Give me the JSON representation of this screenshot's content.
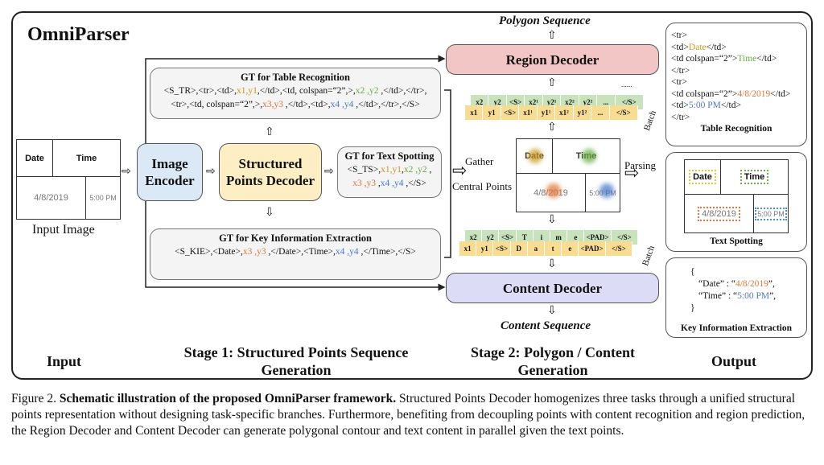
{
  "title": "OmniParser",
  "input": {
    "table": {
      "date": "Date",
      "time": "Time",
      "date_value": "4/8/2019",
      "time_value": "5:00 PM"
    },
    "label": "Input Image"
  },
  "image_encoder": "Image Encoder",
  "structured_points_decoder": "Structured Points Decoder",
  "gt_table": {
    "heading": "GT for Table Recognition",
    "line1": [
      "<S_TR>,<tr>,<td>,",
      "x1,y1",
      ",</td>,<td, colspan=“2”,>,",
      "x2 ,y2",
      " ,</td>,</tr>,"
    ],
    "line2": [
      "<tr>,<td, colspan=“2”,>,",
      "x3,y3",
      " ,</td>,<td>,",
      "x4 ,y4",
      " ,</td>,</tr>,</S>"
    ]
  },
  "gt_text_spotting": {
    "heading": "GT for Text Spotting",
    "line1": [
      "<S_TS>,",
      "x1,y1",
      ",",
      "x2 ,y2",
      " ,"
    ],
    "line2": [
      "x3 ,y3",
      " ,",
      "x4 ,y4",
      " ,</S>"
    ]
  },
  "gt_kie": {
    "heading": "GT for Key Information Extraction",
    "line1": [
      "<S_KIE>,<Date>,",
      "x3 ,y3",
      " ,</Date>,<Time>,",
      "x4 ,y4",
      " ,</Time>,</S>"
    ]
  },
  "polygon_sequence": "Polygon Sequence",
  "region_decoder": "Region Decoder",
  "region_seq_green": [
    "x2",
    "y2",
    "<S>",
    "x2¹",
    "y2¹",
    "x2²",
    "y2²",
    "...",
    "</S>"
  ],
  "region_seq_yellow": [
    "x1",
    "y1",
    "<S>",
    "x1¹",
    "y1¹",
    "x1²",
    "y1²",
    "...",
    "</S>"
  ],
  "batch_label": "Batch",
  "ellipsis": "......",
  "gather_label": "Gather",
  "central_points_label": "Central Points",
  "parsing_label": "Parsing",
  "center_table": {
    "date": "Date",
    "time": "Time",
    "date_value": "4/8/2019",
    "time_value": "5:00 PM"
  },
  "content_seq_green": [
    "x2",
    "y2",
    "<S>",
    "T",
    "i",
    "m",
    "e",
    "<PAD>",
    "</S>"
  ],
  "content_seq_yellow": [
    "x1",
    "y1",
    "<S>",
    "D",
    "a",
    "t",
    "e",
    "<PAD>",
    "</S>"
  ],
  "content_decoder": "Content Decoder",
  "content_sequence": "Content Sequence",
  "output_table_recognition": {
    "lines": [
      "<tr>",
      " <td>",
      "Date",
      "</td>",
      " <td colspan=“2”>",
      "Time",
      "</td>",
      "</tr>",
      "<tr>",
      " <td colspan=“2”>",
      "4/8/2019",
      "</td>",
      " <td>",
      "5:00 PM",
      "</td>",
      "</tr>"
    ],
    "label": "Table Recognition"
  },
  "output_text_spotting": {
    "date": "Date",
    "time": "Time",
    "date_value": "4/8/2019",
    "time_value": "5:00 PM",
    "label": "Text Spotting"
  },
  "output_kie": {
    "open": "{",
    "date_key": "“Date” : “",
    "date_val": "4/8/2019",
    "date_end": "”,",
    "time_key": "“Time” : “",
    "time_val": "5:00 PM",
    "time_end": "”,",
    "close": "}",
    "label": "Key Information Extraction"
  },
  "stages": {
    "input": "Input",
    "stage1_line1": "Stage 1: Structured Points Sequence",
    "stage1_line2": "Generation",
    "stage2_line1": "Stage 2: Polygon / Content",
    "stage2_line2": "Generation",
    "output": "Output"
  },
  "caption": {
    "prefix": "Figure 2. ",
    "bold": "Schematic illustration of the proposed OmniParser framework.",
    "rest": " Structured Points Decoder homogenizes three tasks through a unified structural points representation without designing task-specific branches. Furthermore, benefiting from decoupling points with content recognition and region prediction, the Region Decoder and Content Decoder can generate polygonal contour and text content in parallel given the text points."
  },
  "colors": {
    "point1": "#c99a1b",
    "point2": "#6aae45",
    "point3": "#e0773a",
    "point4": "#4a78c8",
    "region_decoder": "#f3c6c6",
    "content_decoder": "#dcdcf6",
    "image_encoder": "#dbe8f5",
    "structured_decoder": "#fdeec4"
  }
}
